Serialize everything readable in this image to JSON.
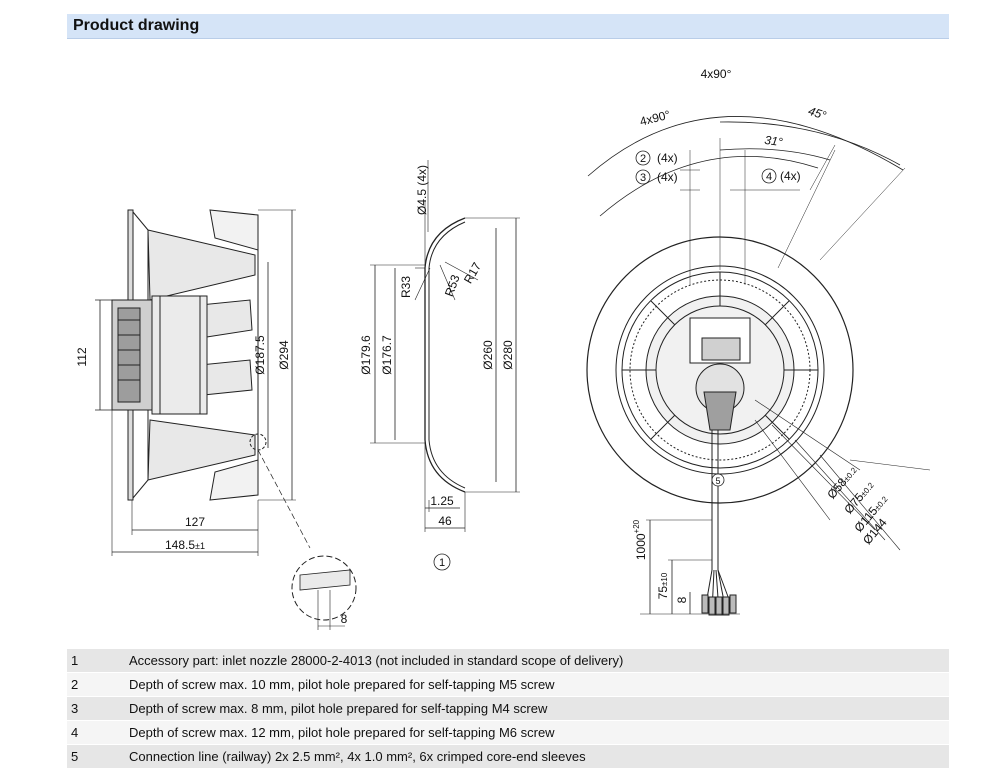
{
  "section_title": "Product drawing",
  "fan_side": {
    "dims": [
      "112",
      "Ø187.5",
      "Ø294",
      "127",
      "148.5",
      "±1"
    ],
    "detail_dim": "8"
  },
  "nozzle": {
    "dims": [
      "Ø4.5 (4x)",
      "R17",
      "R33",
      "R53",
      "Ø179.6",
      "Ø176.7",
      "Ø260",
      "Ø280",
      "1.25",
      "46"
    ],
    "marker": "1"
  },
  "front_view": {
    "angles": [
      "4x90°",
      "4x90°",
      "45°",
      "31°"
    ],
    "callouts": [
      {
        "num": "2",
        "label": "(4x)"
      },
      {
        "num": "3",
        "label": "(4x)"
      },
      {
        "num": "4",
        "label": "(4x)"
      }
    ],
    "diameters": [
      {
        "main": "Ø58",
        "tol": "±0.2"
      },
      {
        "main": "Ø75",
        "tol": "±0.2"
      },
      {
        "main": "Ø115",
        "tol": "±0.2"
      },
      {
        "main": "Ø144",
        "tol": ""
      }
    ],
    "cable_length": "1000",
    "cable_tol": "+20",
    "cable_end": "75",
    "cable_end_tol": "±10",
    "sleeve": "8",
    "cable_marker": "5"
  },
  "notes": [
    {
      "num": "1",
      "text": "Accessory part: inlet nozzle 28000-2-4013 (not included in standard scope of delivery)"
    },
    {
      "num": "2",
      "text": "Depth of screw max. 10 mm, pilot hole prepared for self-tapping M5 screw"
    },
    {
      "num": "3",
      "text": "Depth of screw max. 8 mm, pilot hole prepared for self-tapping M4 screw"
    },
    {
      "num": "4",
      "text": "Depth of screw max. 12 mm, pilot hole prepared for self-tapping M6 screw"
    },
    {
      "num": "5",
      "text": "Connection line (railway) 2x 2.5 mm², 4x 1.0 mm², 6x crimped core-end sleeves"
    }
  ]
}
